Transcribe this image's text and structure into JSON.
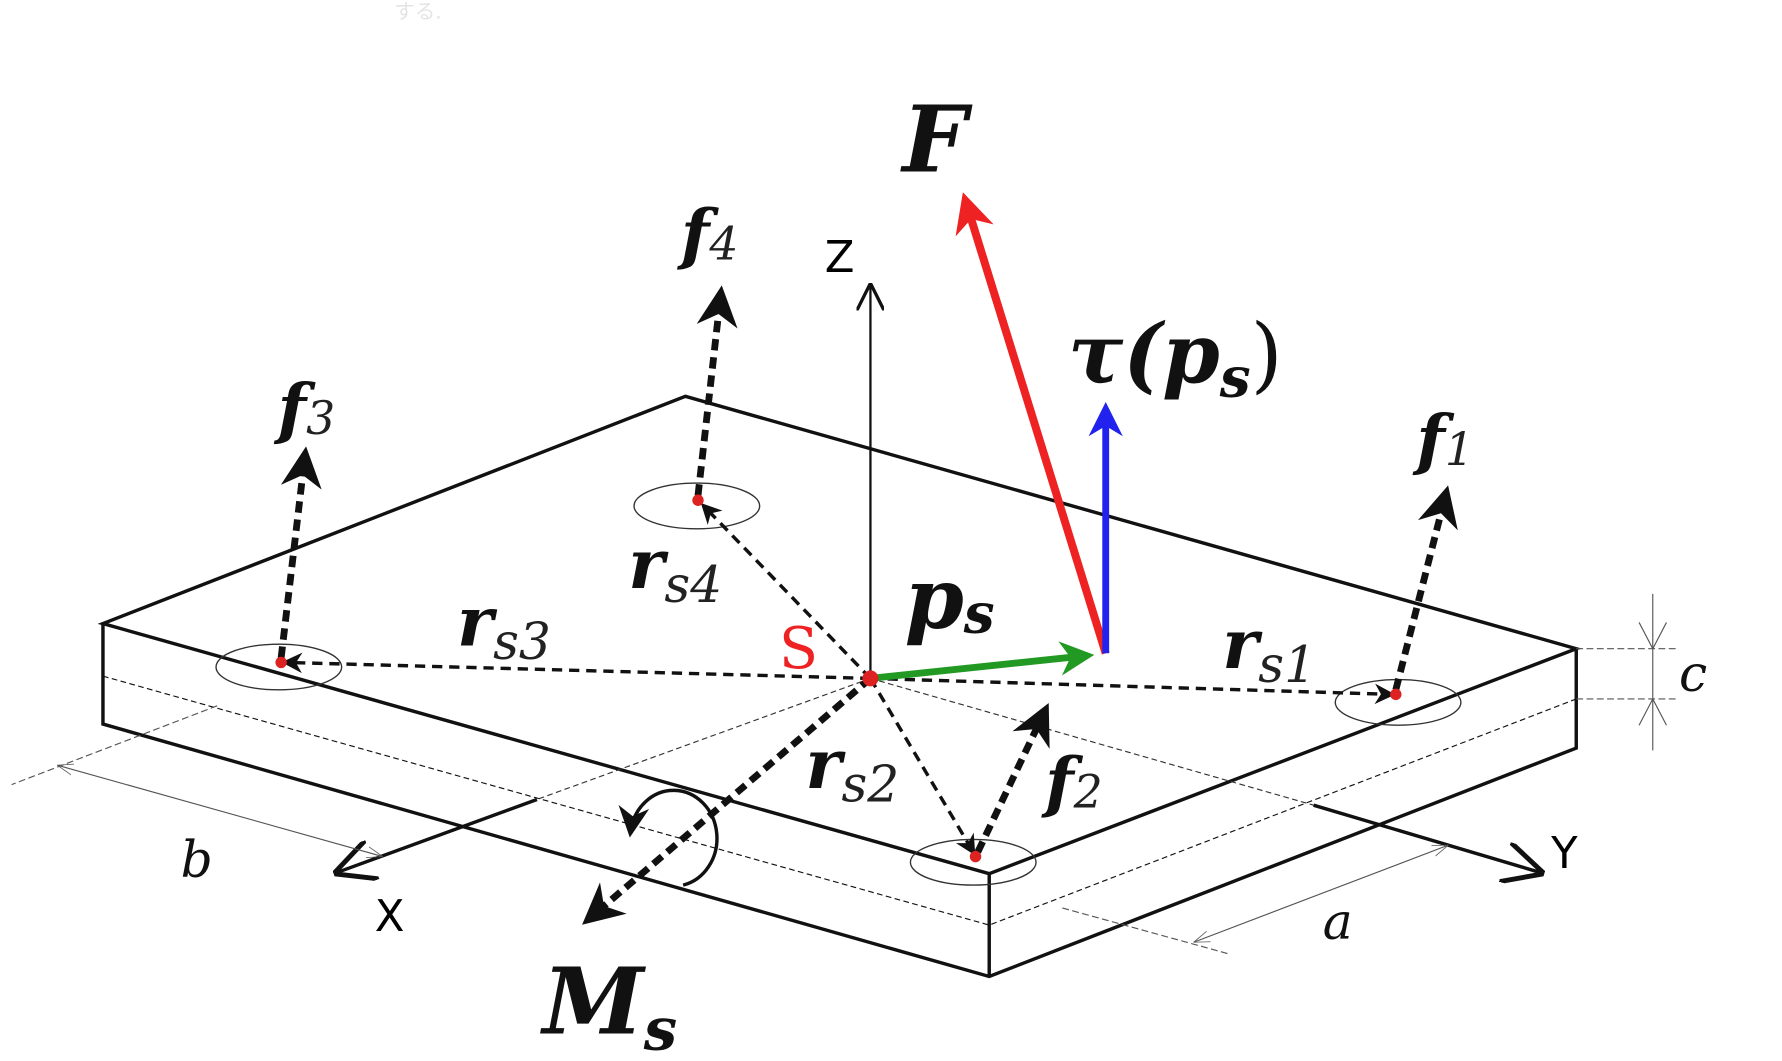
{
  "faint_text": "する.",
  "labels": {
    "force": "F",
    "torque": "τ",
    "torque_arg": "(p",
    "torque_arg_sub": "s",
    "torque_close": ")",
    "ps": "p",
    "ps_sub": "s",
    "moment": "M",
    "moment_sub": "s",
    "origin": "S",
    "f1": "f",
    "f1_sub": "1",
    "f2": "f",
    "f2_sub": "2",
    "f3": "f",
    "f3_sub": "3",
    "f4": "f",
    "f4_sub": "4",
    "rs1": "r",
    "rs1_sub": "s1",
    "rs2": "r",
    "rs2_sub": "s2",
    "rs3": "r",
    "rs3_sub": "s3",
    "rs4": "r",
    "rs4_sub": "s4"
  },
  "axes": {
    "x": "X",
    "y": "Y",
    "z": "Z"
  },
  "dimensions": {
    "a": "a",
    "b": "b",
    "c": "c"
  },
  "colors": {
    "force": "#ee2222",
    "torque": "#2222ee",
    "ps": "#229922",
    "origin": "#ee2222",
    "point": "#dd2222"
  }
}
